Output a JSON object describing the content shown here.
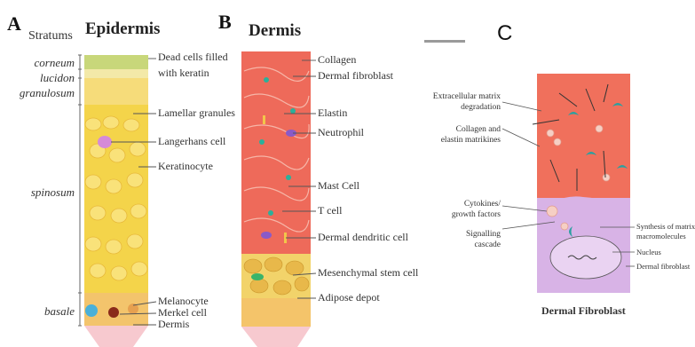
{
  "panels": {
    "a": {
      "letter": "A",
      "title": "Epidermis",
      "strata_header": "Stratums",
      "strata": [
        {
          "name": "corneum"
        },
        {
          "name": "lucidon"
        },
        {
          "name": "granulosum"
        },
        {
          "name": "spinosum"
        },
        {
          "name": "basale"
        }
      ],
      "labels": [
        {
          "text": "Dead cells filled"
        },
        {
          "text": "with keratin"
        },
        {
          "text": "Lamellar granules"
        },
        {
          "text": "Langerhans cell"
        },
        {
          "text": "Keratinocyte"
        },
        {
          "text": "Melanocyte"
        },
        {
          "text": "Merkel cell"
        },
        {
          "text": "Dermis"
        }
      ]
    },
    "b": {
      "letter": "B",
      "title": "Dermis",
      "labels": [
        {
          "text": "Collagen"
        },
        {
          "text": "Dermal fibroblast"
        },
        {
          "text": "Elastin"
        },
        {
          "text": "Neutrophil"
        },
        {
          "text": "Mast Cell"
        },
        {
          "text": "T cell"
        },
        {
          "text": "Dermal dendritic cell"
        },
        {
          "text": "Mesenchymal stem cell"
        },
        {
          "text": "Adipose depot"
        }
      ]
    },
    "c": {
      "letter": "C",
      "caption": "Dermal Fibroblast",
      "left_labels": [
        {
          "line1": "Extracellular matrix",
          "line2": "degradation"
        },
        {
          "line1": "Collagen and",
          "line2": "elastin matrikines"
        },
        {
          "line1": "Cytokines/",
          "line2": "growth factors"
        },
        {
          "line1": "Signalling",
          "line2": "cascade"
        }
      ],
      "right_labels": [
        {
          "line1": "Synthesis of matrix",
          "line2": "macromolecules"
        },
        {
          "line1": "Nucleus",
          "line2": ""
        },
        {
          "line1": "Dermal fibroblast",
          "line2": ""
        }
      ]
    }
  },
  "colors": {
    "epidermis_yellow": "#f4d44a",
    "corneum_green": "#c8d77a",
    "dermis_red": "#ee6a5a",
    "adipose": "#f2d36a",
    "fibroblast_purple": "#d8b3e6",
    "fibroblast_red": "#f0705c"
  }
}
